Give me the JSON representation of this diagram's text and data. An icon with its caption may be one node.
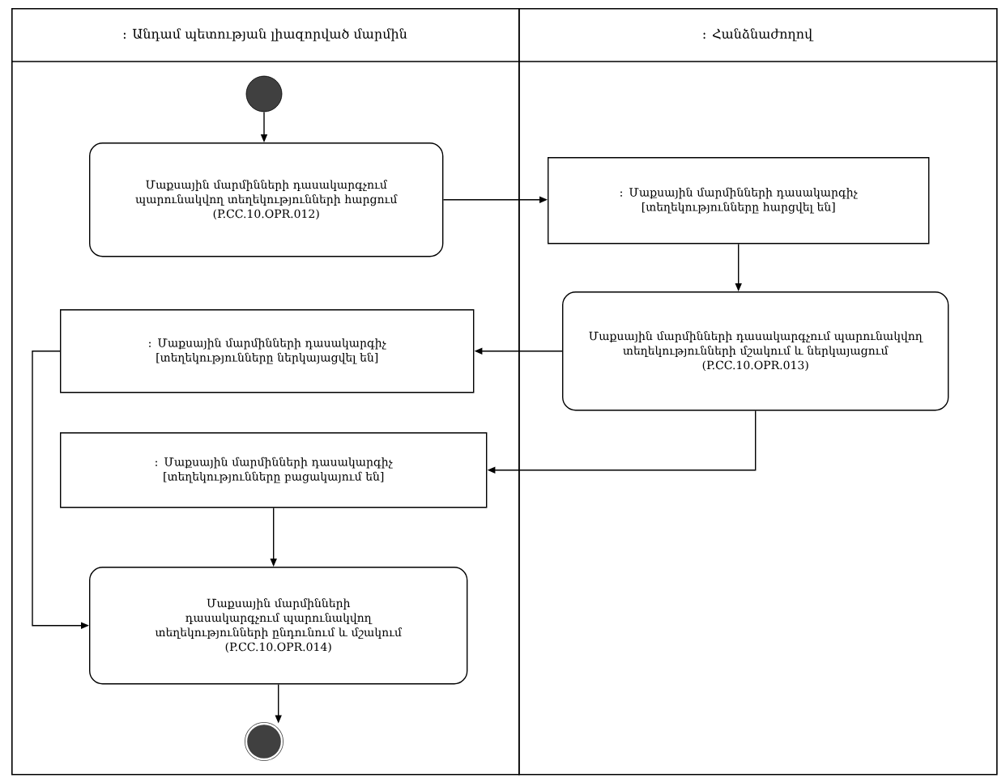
{
  "diagram": {
    "nodes": [
      {
        "text": [
          ": Անդամ պետության լիազորված մարմին"
        ]
      },
      {
        "text": [
          ": Հանձնաժողով"
        ]
      },
      {
        "text": [],
        "shape": "circle",
        "in": 0
      },
      {
        "text": [
          "Մաքսային մարմինների դասակարգչում պարունակվող տեղեկությունների հարցում",
          "(P.CC.10.OPR.012)"
        ],
        "in": 0
      },
      {
        "text": [
          ": Մաքսային մարմինների դասակարգիչ [տեղեկությունները հարցվել են]"
        ],
        "in": 1
      },
      {
        "text": [
          "Մաքսային մարմինների դասակարգչում պարունակվող տեղեկությունների մշակում և ներկայացում",
          "(P.CC.10.OPR.013)"
        ],
        "in": 1
      },
      {
        "text": [
          ": Մաքսային մարմինների դասակարգիչ [տեղեկությունները ներկայացվել են]"
        ],
        "in": 0
      },
      {
        "text": [
          ": Մաքսային մարմինների դասակարգիչ [տեղեկությունները բացակայում են]"
        ],
        "in": 0
      },
      {
        "text": [
          "Մաքսային մարմինների դասակարգչում պարունակվող տեղեկությունների ընդունում և մշակում",
          "(P.CC.10.OPR.014)"
        ],
        "in": 0
      },
      {
        "text": [],
        "shape": "circle",
        "in": 0
      }
    ],
    "edges": [
      {
        "from": 2,
        "to": 3,
        "arrow": "to"
      },
      {
        "from": 3,
        "to": 4,
        "arrow": "to"
      },
      {
        "from": 4,
        "to": 5,
        "arrow": "to"
      },
      {
        "from": 5,
        "to": 6,
        "arrow": "to"
      },
      {
        "from": 5,
        "to": 7,
        "arrow": "to"
      },
      {
        "from": 6,
        "to": 8,
        "arrow": "to"
      },
      {
        "from": 7,
        "to": 8,
        "arrow": "to"
      },
      {
        "from": 8,
        "to": 9,
        "arrow": "to"
      }
    ]
  }
}
